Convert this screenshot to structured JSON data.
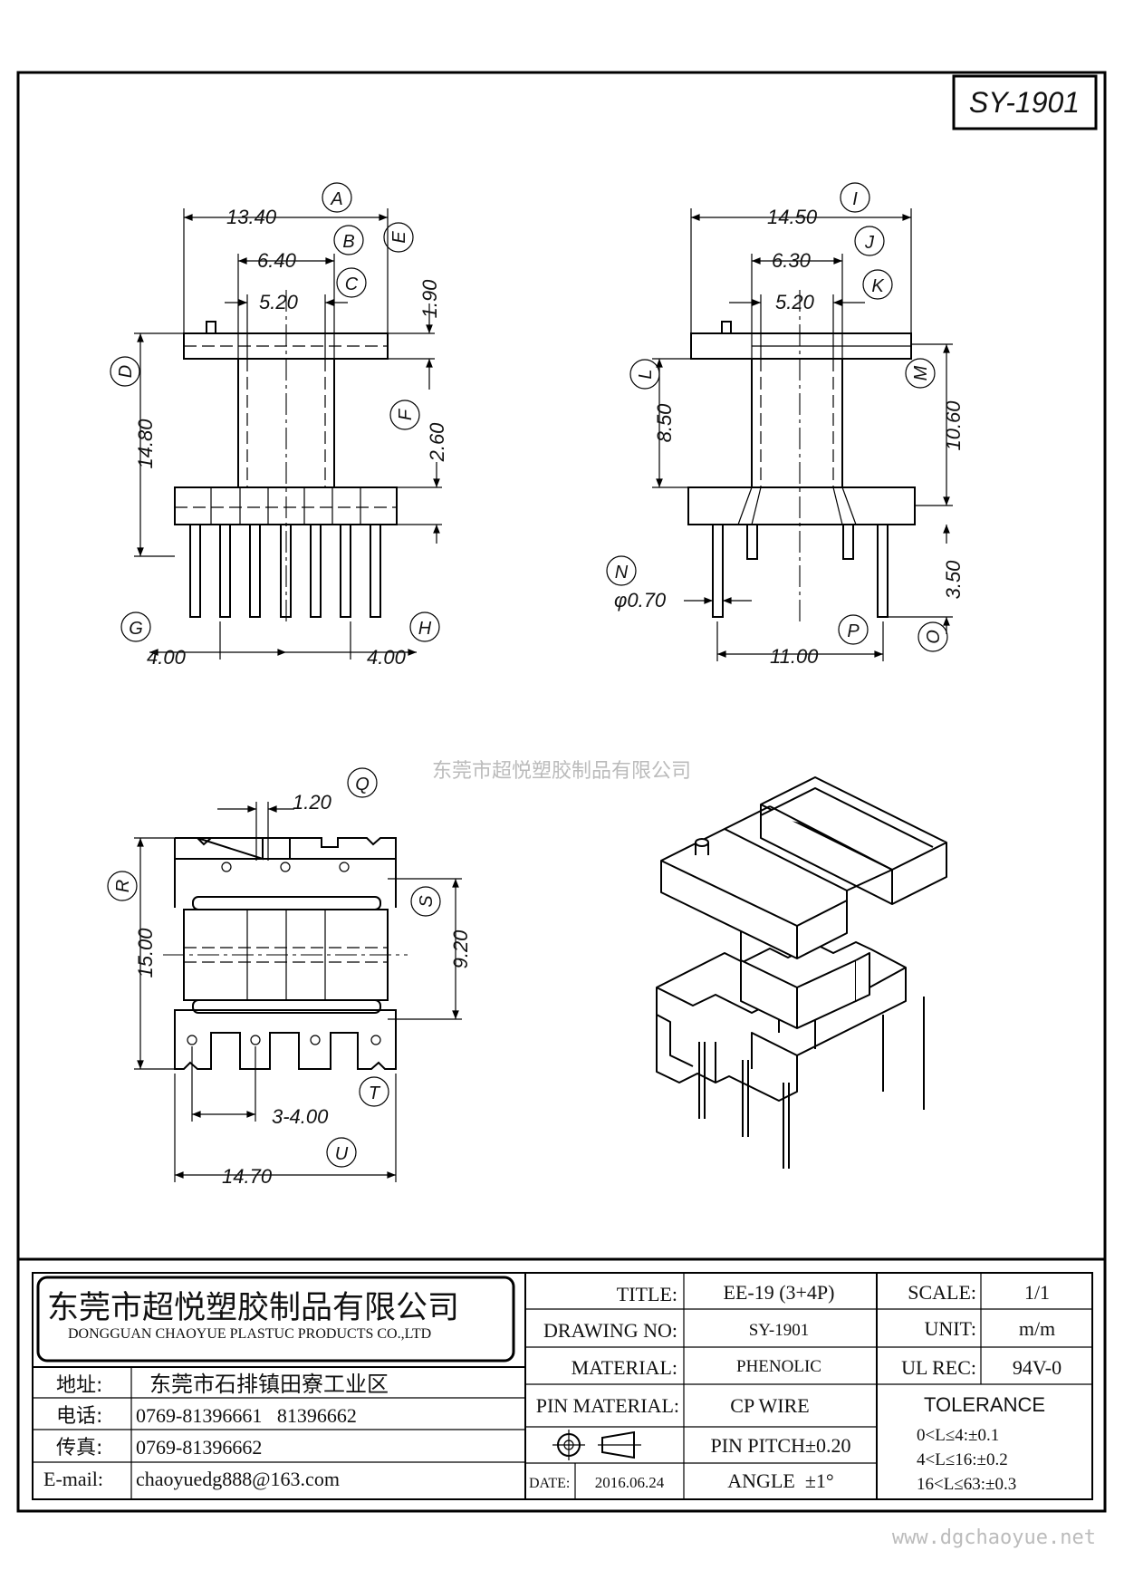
{
  "drawing_id": "SY-1901",
  "watermark": "东莞市超悦塑胶制品有限公司",
  "website": "www.dgchaoyue.net",
  "front_view": {
    "dims": {
      "A": "13.40",
      "B": "6.40",
      "C": "5.20",
      "D": "14.80",
      "E": "1.90",
      "F": "2.60",
      "G": "4.00",
      "H": "4.00"
    },
    "labels": [
      "A",
      "B",
      "C",
      "D",
      "E",
      "F",
      "G",
      "H"
    ]
  },
  "side_view": {
    "dims": {
      "I": "14.50",
      "J": "6.30",
      "K": "5.20",
      "L": "8.50",
      "M": "10.60",
      "N": "φ0.70",
      "O": "3.50",
      "P": "11.00"
    },
    "labels": [
      "I",
      "J",
      "K",
      "L",
      "M",
      "N",
      "O",
      "P"
    ]
  },
  "top_view": {
    "dims": {
      "Q": "1.20",
      "R": "15.00",
      "S": "9.20",
      "T": "3-4.00",
      "U": "14.70"
    },
    "labels": [
      "Q",
      "R",
      "S",
      "T",
      "U"
    ]
  },
  "title_block": {
    "company_cn": "东莞市超悦塑胶制品有限公司",
    "company_en": "DONGGUAN CHAOYUE PLASTUC PRODUCTS CO.,LTD",
    "address_label": "地址:",
    "address": "东莞市石排镇田寮工业区",
    "phone_label": "电话:",
    "phone": "0769-81396661   81396662",
    "fax_label": "传真:",
    "fax": "0769-81396662",
    "email_label": "E-mail:",
    "email": "chaoyuedg888@163.com",
    "title_label": "TITLE:",
    "title": "EE-19 (3+4P)",
    "drawing_no_label": "DRAWING NO:",
    "drawing_no": "SY-1901",
    "material_label": "MATERIAL:",
    "material": "PHENOLIC",
    "pin_material_label": "PIN MATERIAL:",
    "pin_material": "CP WIRE",
    "date_label": "DATE:",
    "date": "2016.06.24",
    "pin_pitch": "PIN PITCH±0.20",
    "angle": "ANGLE  ±1°",
    "scale_label": "SCALE:",
    "scale": "1/1",
    "unit_label": "UNIT:",
    "unit": "m/m",
    "ul_label": "UL REC:",
    "ul": "94V-0",
    "tolerance_label": "TOLERANCE",
    "tolerances": [
      "0<L≤4:±0.1",
      "4<L≤16:±0.2",
      "16<L≤63:±0.3"
    ]
  }
}
